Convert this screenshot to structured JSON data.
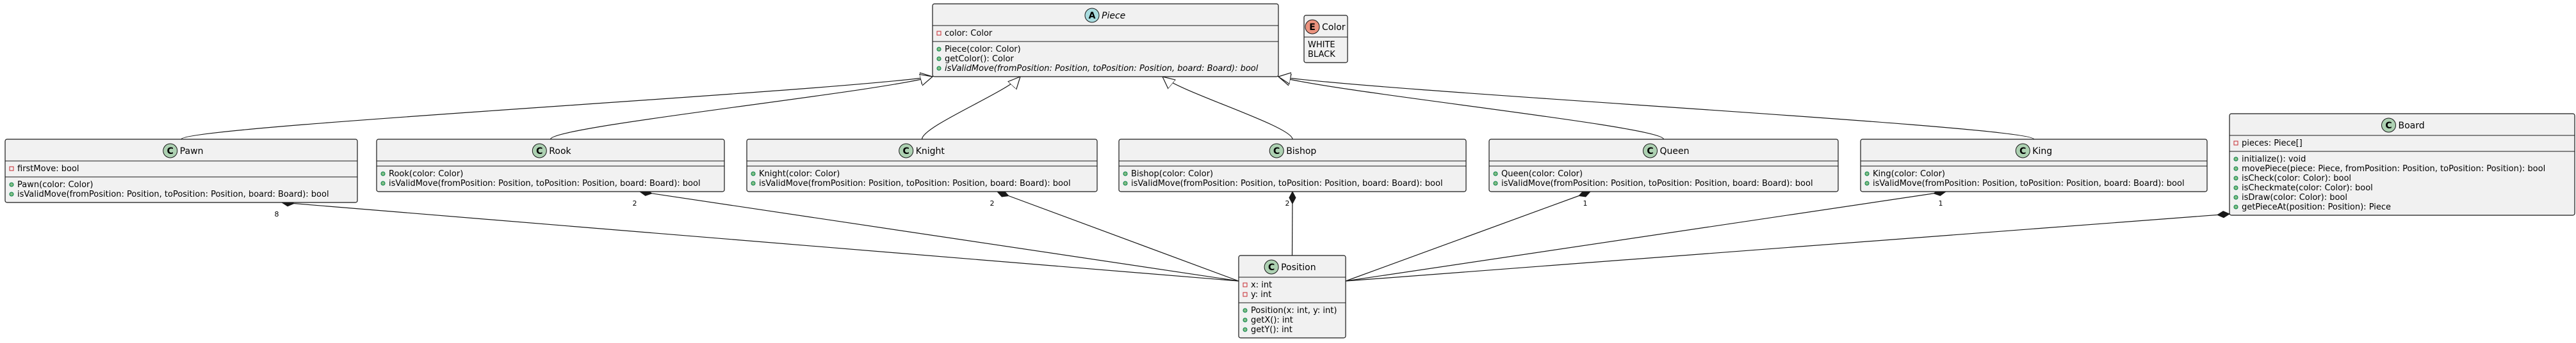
{
  "diagram": {
    "classes": [
      {
        "id": "Piece",
        "kind": "abstract",
        "name": "Piece",
        "fields": [
          {
            "vis": "private",
            "text": "color: Color"
          }
        ],
        "methods": [
          {
            "vis": "public",
            "text": "Piece(color: Color)"
          },
          {
            "vis": "public",
            "text": "getColor(): Color"
          },
          {
            "vis": "public",
            "text": "isValidMove(fromPosition: Position, toPosition: Position, board: Board): bool",
            "abstract": true
          }
        ]
      },
      {
        "id": "Color",
        "kind": "enum",
        "name": "Color",
        "fields": [
          {
            "vis": "",
            "text": "WHITE"
          },
          {
            "vis": "",
            "text": "BLACK"
          }
        ],
        "methods": []
      },
      {
        "id": "Pawn",
        "kind": "class",
        "name": "Pawn",
        "fields": [
          {
            "vis": "private",
            "text": "firstMove: bool"
          }
        ],
        "methods": [
          {
            "vis": "public",
            "text": "Pawn(color: Color)"
          },
          {
            "vis": "public",
            "text": "isValidMove(fromPosition: Position, toPosition: Position, board: Board): bool"
          }
        ]
      },
      {
        "id": "Rook",
        "kind": "class",
        "name": "Rook",
        "fields": [],
        "methods": [
          {
            "vis": "public",
            "text": "Rook(color: Color)"
          },
          {
            "vis": "public",
            "text": "isValidMove(fromPosition: Position, toPosition: Position, board: Board): bool"
          }
        ]
      },
      {
        "id": "Knight",
        "kind": "class",
        "name": "Knight",
        "fields": [],
        "methods": [
          {
            "vis": "public",
            "text": "Knight(color: Color)"
          },
          {
            "vis": "public",
            "text": "isValidMove(fromPosition: Position, toPosition: Position, board: Board): bool"
          }
        ]
      },
      {
        "id": "Bishop",
        "kind": "class",
        "name": "Bishop",
        "fields": [],
        "methods": [
          {
            "vis": "public",
            "text": "Bishop(color: Color)"
          },
          {
            "vis": "public",
            "text": "isValidMove(fromPosition: Position, toPosition: Position, board: Board): bool"
          }
        ]
      },
      {
        "id": "Queen",
        "kind": "class",
        "name": "Queen",
        "fields": [],
        "methods": [
          {
            "vis": "public",
            "text": "Queen(color: Color)"
          },
          {
            "vis": "public",
            "text": "isValidMove(fromPosition: Position, toPosition: Position, board: Board): bool"
          }
        ]
      },
      {
        "id": "King",
        "kind": "class",
        "name": "King",
        "fields": [],
        "methods": [
          {
            "vis": "public",
            "text": "King(color: Color)"
          },
          {
            "vis": "public",
            "text": "isValidMove(fromPosition: Position, toPosition: Position, board: Board): bool"
          }
        ]
      },
      {
        "id": "Board",
        "kind": "class",
        "name": "Board",
        "fields": [
          {
            "vis": "private",
            "text": "pieces: Piece[]"
          }
        ],
        "methods": [
          {
            "vis": "public",
            "text": "initialize(): void"
          },
          {
            "vis": "public",
            "text": "movePiece(piece: Piece, fromPosition: Position, toPosition: Position): bool"
          },
          {
            "vis": "public",
            "text": "isCheck(color: Color): bool"
          },
          {
            "vis": "public",
            "text": "isCheckmate(color: Color): bool"
          },
          {
            "vis": "public",
            "text": "isDraw(color: Color): bool"
          },
          {
            "vis": "public",
            "text": "getPieceAt(position: Position): Piece"
          }
        ]
      },
      {
        "id": "Position",
        "kind": "class",
        "name": "Position",
        "fields": [
          {
            "vis": "private",
            "text": "x: int"
          },
          {
            "vis": "private",
            "text": "y: int"
          }
        ],
        "methods": [
          {
            "vis": "public",
            "text": "Position(x: int, y: int)"
          },
          {
            "vis": "public",
            "text": "getX(): int"
          },
          {
            "vis": "public",
            "text": "getY(): int"
          }
        ]
      }
    ],
    "inheritance": [
      {
        "from": "Pawn",
        "to": "Piece"
      },
      {
        "from": "Rook",
        "to": "Piece"
      },
      {
        "from": "Knight",
        "to": "Piece"
      },
      {
        "from": "Bishop",
        "to": "Piece"
      },
      {
        "from": "Queen",
        "to": "Piece"
      },
      {
        "from": "King",
        "to": "Piece"
      }
    ],
    "compositions": [
      {
        "whole": "Pawn",
        "part": "Position",
        "multiplicity": "8"
      },
      {
        "whole": "Rook",
        "part": "Position",
        "multiplicity": "2"
      },
      {
        "whole": "Knight",
        "part": "Position",
        "multiplicity": "2"
      },
      {
        "whole": "Bishop",
        "part": "Position",
        "multiplicity": "2"
      },
      {
        "whole": "Queen",
        "part": "Position",
        "multiplicity": "1"
      },
      {
        "whole": "King",
        "part": "Position",
        "multiplicity": "1"
      },
      {
        "whole": "Board",
        "part": "Position",
        "multiplicity": ""
      }
    ],
    "colors": {
      "box_fill": "#f1f1f1",
      "border": "#181818",
      "class_circle": "#add1b2",
      "abstract_circle": "#a9dcdf",
      "enum_circle": "#eb937f",
      "private_marker": "#c82930",
      "public_marker": "#84be84"
    }
  }
}
